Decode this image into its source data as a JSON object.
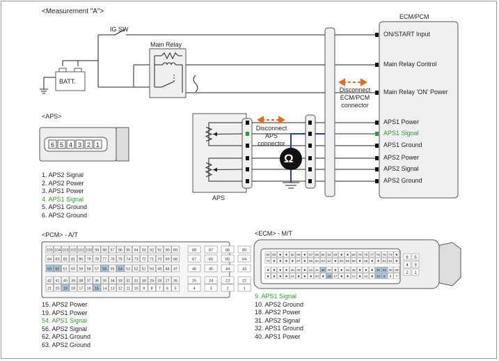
{
  "measurement_title": "<Measurement \"A\">",
  "ig_sw": "IG SW",
  "main_relay": "Main Relay",
  "batt": "BATT.",
  "ecm_pcm": {
    "title": "ECM/PCM",
    "pins": [
      "ON/START Input",
      "Main Relay Control",
      "Main Relay 'ON' Power",
      "APS1 Power",
      "APS1 Signal",
      "APS1 Ground",
      "APS2 Power",
      "APS2 Signal",
      "APS2 Ground"
    ]
  },
  "disconnect_ecm": [
    "Disconnect",
    "ECM/PCM",
    "connector"
  ],
  "disconnect_aps": [
    "Disconnect",
    "APS",
    "connector"
  ],
  "aps_label": "APS",
  "aps_section": {
    "title": "<APS>",
    "connector_pins": [
      "6",
      "5",
      "4",
      "3",
      "2",
      "1"
    ],
    "pins": [
      "1. APS2 Signal",
      "2. APS2 Power",
      "3. APS1 Power",
      "4. APS1 Signal",
      "5. APS1 Ground",
      "6. APS2 Ground"
    ]
  },
  "pcm_section": {
    "title": "<PCM> - A/T",
    "rows": [
      [
        "105",
        "104",
        "103",
        "102",
        "101",
        "100",
        "99",
        "98",
        "97",
        "96",
        "95",
        "94",
        "93",
        "92",
        "91",
        "90",
        "89",
        "88",
        "87",
        "86",
        "85"
      ],
      [
        "84",
        "83",
        "82",
        "81",
        "80",
        "79",
        "78",
        "77",
        "76",
        "75",
        "74",
        "73",
        "72",
        "71",
        "70",
        "69",
        "68",
        "67",
        "66",
        "65",
        "64"
      ],
      [
        "63",
        "62",
        "61",
        "60",
        "59",
        "58",
        "57",
        "56",
        "55",
        "54",
        "53",
        "52",
        "51",
        "50",
        "49",
        "48",
        "47",
        "46",
        "45",
        "44",
        "43"
      ],
      [
        "42",
        "41",
        "40",
        "39",
        "38",
        "37",
        "36",
        "35",
        "34",
        "33",
        "32",
        "31",
        "30",
        "29",
        "28",
        "27",
        "26",
        "25",
        "24",
        "23",
        "22"
      ],
      [
        "21",
        "20",
        "19",
        "18",
        "17",
        "16",
        "15",
        "14",
        "13",
        "12",
        "11",
        "10",
        "9",
        "8",
        "7",
        "6",
        "5",
        "4",
        "3",
        "2",
        "1"
      ]
    ],
    "highlight": [
      "63",
      "62",
      "56",
      "54",
      "19",
      "15"
    ],
    "pins": [
      "15. APS2 Power",
      "19. APS1 Power",
      "54. APS1 Signal",
      "56. APS2 Signal",
      "62. APS1 Ground",
      "63. APS2 Ground"
    ]
  },
  "ecm_section": {
    "title": "<ECM> - M/T",
    "rows": [
      [
        "84",
        "83",
        "★",
        "★",
        "30",
        "69",
        "★",
        "87",
        "66",
        "65",
        "64",
        "63",
        "★",
        "★",
        "60",
        "79",
        "78",
        "77",
        "76",
        "75",
        "74",
        "★"
      ],
      [
        "72",
        "★",
        "★",
        "★",
        "★",
        "67",
        "★",
        "66",
        "64",
        "63",
        "62",
        "★",
        "60",
        "59",
        "58",
        "★",
        "56",
        "★",
        "★",
        "53",
        "52",
        "★"
      ],
      [
        "★",
        "★",
        "★",
        "★",
        "46",
        "45",
        "★",
        "42",
        "41",
        "40",
        "39",
        "★",
        "★",
        "36",
        "35",
        "★",
        "★",
        "★",
        "32",
        "31",
        "30",
        "29"
      ],
      [
        "★",
        "★",
        "★",
        "★",
        "24",
        "★",
        "★",
        "★",
        "20",
        "★",
        "18",
        "17",
        "★",
        "★",
        "14",
        "★",
        "12",
        "★",
        "10",
        "9",
        "8",
        "7"
      ]
    ],
    "side_pins": [
      "6",
      "5",
      "4",
      "3",
      "2",
      "1"
    ],
    "highlight": [
      "40",
      "32",
      "31",
      "18",
      "10",
      "9"
    ],
    "pins": [
      "9. APS1 Signal",
      "10. APS2 Ground",
      "18. APS2 Power",
      "31. APS2 Signal",
      "32. APS1 Ground",
      "40. APS1 Power"
    ]
  },
  "ohm_symbol": "Ω",
  "colors": {
    "highlight_green": "#2a9a2a",
    "probe_blue": "#1e3fc8",
    "arrow_orange": "#e86a1a",
    "cell_blue": "#a9c6da",
    "box_fill": "#f0f0f0"
  }
}
